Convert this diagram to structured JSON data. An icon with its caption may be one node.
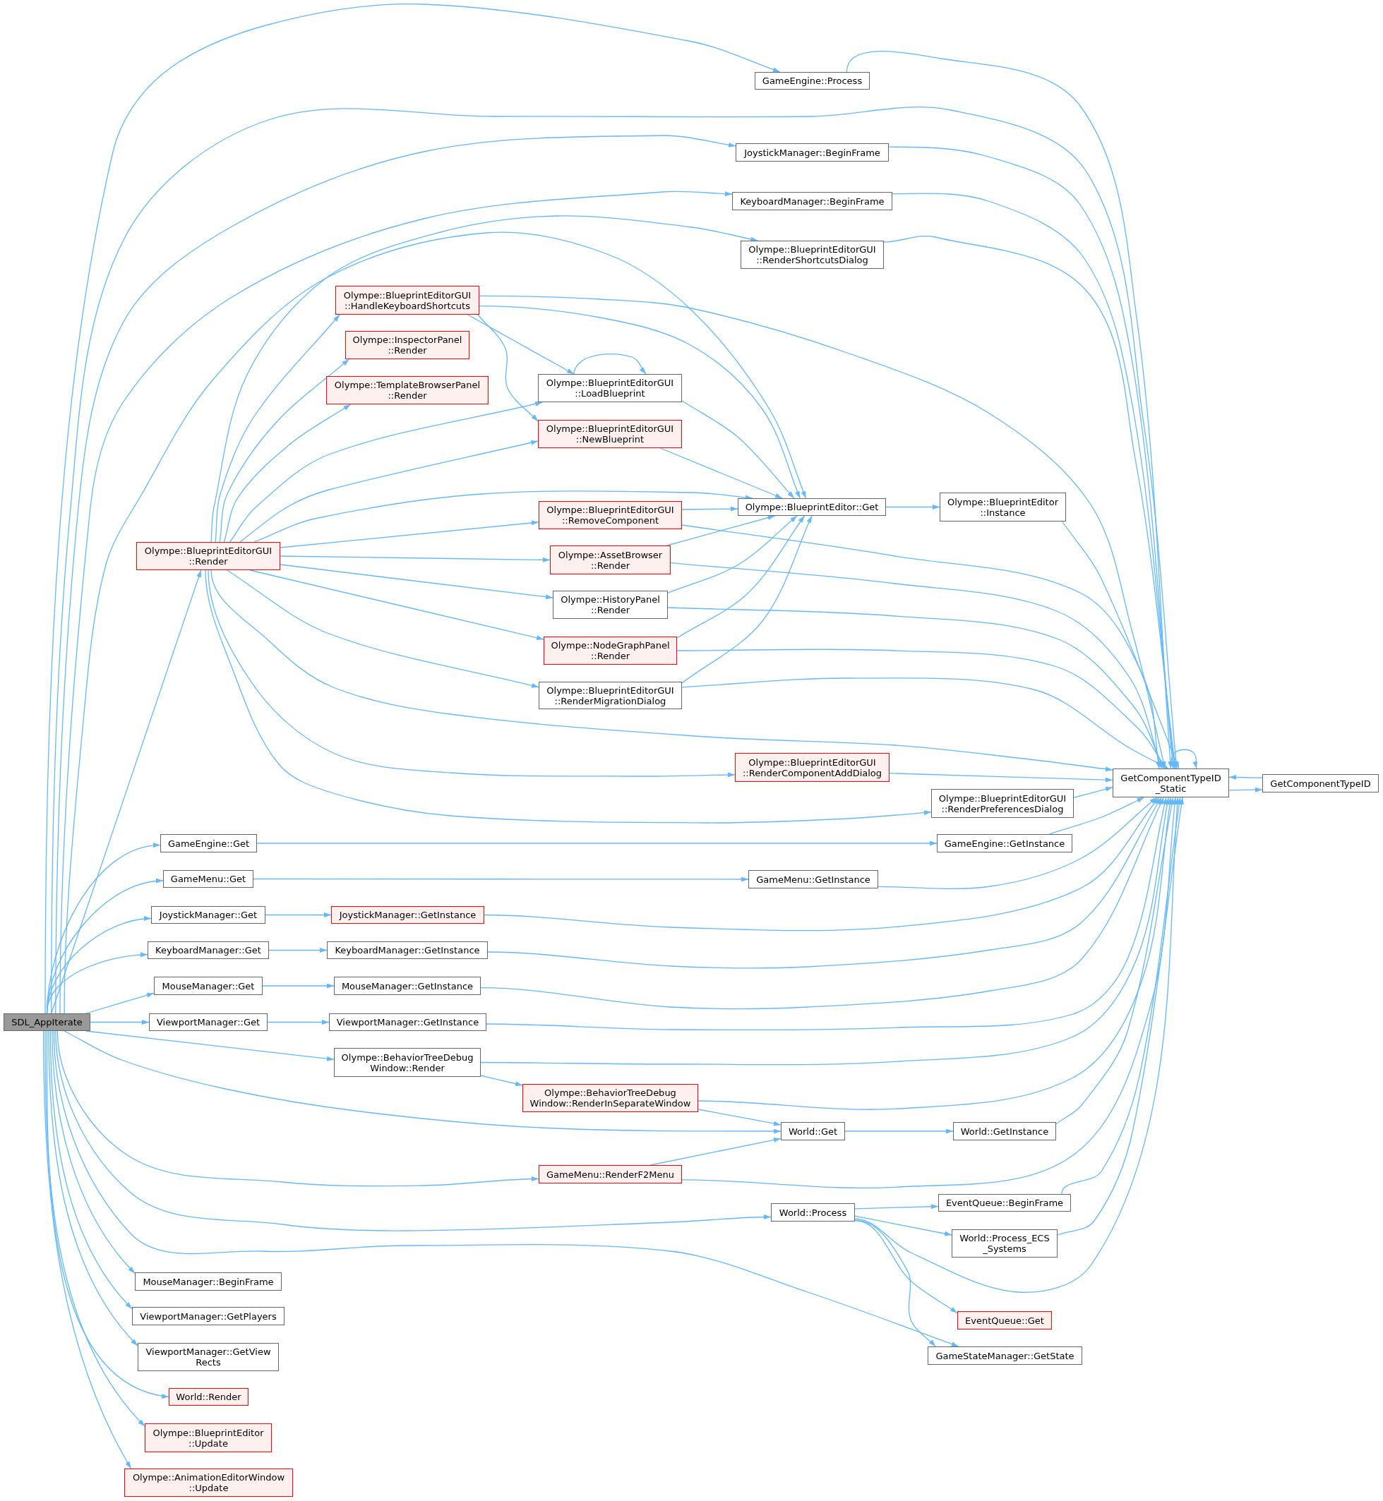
{
  "diagram": {
    "nodes": [
      {
        "text": [
          "SDL_AppIterate"
        ]
      },
      {
        "text": [
          "GameEngine::Process"
        ]
      },
      {
        "text": [
          "JoystickManager::BeginFrame"
        ]
      },
      {
        "text": [
          "KeyboardManager::BeginFrame"
        ]
      },
      {
        "text": [
          "Olympe::BlueprintEditorGUI ::RenderShortcutsDialog"
        ]
      },
      {
        "text": [
          "Olympe::BlueprintEditorGUI ::HandleKeyboardShortcuts"
        ]
      },
      {
        "text": [
          "Olympe::InspectorPanel ::Render"
        ]
      },
      {
        "text": [
          "Olympe::TemplateBrowserPanel ::Render"
        ]
      },
      {
        "text": [
          "Olympe::BlueprintEditorGUI ::LoadBlueprint"
        ]
      },
      {
        "text": [
          "Olympe::BlueprintEditorGUI ::NewBlueprint"
        ]
      },
      {
        "text": [
          "Olympe::BlueprintEditorGUI ::Render"
        ]
      },
      {
        "text": [
          "Olympe::BlueprintEditor::Get"
        ]
      },
      {
        "text": [
          "Olympe::BlueprintEditor ::Instance"
        ]
      },
      {
        "text": [
          "Olympe::BlueprintEditorGUI ::RemoveComponent"
        ]
      },
      {
        "text": [
          "Olympe::AssetBrowser ::Render"
        ]
      },
      {
        "text": [
          "Olympe::HistoryPanel ::Render"
        ]
      },
      {
        "text": [
          "Olympe::NodeGraphPanel ::Render"
        ]
      },
      {
        "text": [
          "Olympe::BlueprintEditorGUI ::RenderMigrationDialog"
        ]
      },
      {
        "text": [
          "Olympe::BlueprintEditorGUI ::RenderComponentAddDialog"
        ]
      },
      {
        "text": [
          "Olympe::BlueprintEditorGUI ::RenderPreferencesDialog"
        ]
      },
      {
        "text": [
          "GetComponentTypeID _Static"
        ]
      },
      {
        "text": [
          "GetComponentTypeID"
        ]
      },
      {
        "text": [
          "GameEngine::Get"
        ]
      },
      {
        "text": [
          "GameEngine::GetInstance"
        ]
      },
      {
        "text": [
          "GameMenu::Get"
        ]
      },
      {
        "text": [
          "GameMenu::GetInstance"
        ]
      },
      {
        "text": [
          "JoystickManager::Get"
        ]
      },
      {
        "text": [
          "JoystickManager::GetInstance"
        ]
      },
      {
        "text": [
          "KeyboardManager::Get"
        ]
      },
      {
        "text": [
          "KeyboardManager::GetInstance"
        ]
      },
      {
        "text": [
          "MouseManager::Get"
        ]
      },
      {
        "text": [
          "MouseManager::GetInstance"
        ]
      },
      {
        "text": [
          "ViewportManager::Get"
        ]
      },
      {
        "text": [
          "ViewportManager::GetInstance"
        ]
      },
      {
        "text": [
          "Olympe::BehaviorTreeDebug Window::Render"
        ]
      },
      {
        "text": [
          "Olympe::BehaviorTreeDebug Window::RenderInSeparateWindow"
        ]
      },
      {
        "text": [
          "World::Get"
        ]
      },
      {
        "text": [
          "World::GetInstance"
        ]
      },
      {
        "text": [
          "GameMenu::RenderF2Menu"
        ]
      },
      {
        "text": [
          "World::Process"
        ]
      },
      {
        "text": [
          "EventQueue::BeginFrame"
        ]
      },
      {
        "text": [
          "World::Process_ECS _Systems"
        ]
      },
      {
        "text": [
          "EventQueue::Get"
        ]
      },
      {
        "text": [
          "GameStateManager::GetState"
        ]
      },
      {
        "text": [
          "MouseManager::BeginFrame"
        ]
      },
      {
        "text": [
          "ViewportManager::GetPlayers"
        ]
      },
      {
        "text": [
          "ViewportManager::GetView Rects"
        ]
      },
      {
        "text": [
          "World::Render"
        ]
      },
      {
        "text": [
          "Olympe::BlueprintEditor ::Update"
        ]
      },
      {
        "text": [
          "Olympe::AnimationEditorWindow ::Update"
        ]
      }
    ],
    "edges": [
      {
        "from": 0,
        "to": 1,
        "arrow": "to"
      },
      {
        "from": 0,
        "to": 20,
        "arrow": "to"
      },
      {
        "from": 0,
        "to": 2,
        "arrow": "to"
      },
      {
        "from": 0,
        "to": 3,
        "arrow": "to"
      },
      {
        "from": 0,
        "to": 11,
        "arrow": "to"
      },
      {
        "from": 0,
        "to": 10,
        "arrow": "to"
      },
      {
        "from": 0,
        "to": 22,
        "arrow": "to"
      },
      {
        "from": 0,
        "to": 24,
        "arrow": "to"
      },
      {
        "from": 0,
        "to": 26,
        "arrow": "to"
      },
      {
        "from": 0,
        "to": 28,
        "arrow": "to"
      },
      {
        "from": 0,
        "to": 30,
        "arrow": "to"
      },
      {
        "from": 0,
        "to": 32,
        "arrow": "to"
      },
      {
        "from": 0,
        "to": 34,
        "arrow": "to"
      },
      {
        "from": 0,
        "to": 36,
        "arrow": "to"
      },
      {
        "from": 0,
        "to": 38,
        "arrow": "to"
      },
      {
        "from": 0,
        "to": 39,
        "arrow": "to"
      },
      {
        "from": 0,
        "to": 43,
        "arrow": "to"
      },
      {
        "from": 0,
        "to": 44,
        "arrow": "to"
      },
      {
        "from": 0,
        "to": 45,
        "arrow": "to"
      },
      {
        "from": 0,
        "to": 46,
        "arrow": "to"
      },
      {
        "from": 0,
        "to": 47,
        "arrow": "to"
      },
      {
        "from": 0,
        "to": 48,
        "arrow": "to"
      },
      {
        "from": 0,
        "to": 49,
        "arrow": "to"
      },
      {
        "from": 1,
        "to": 20,
        "arrow": "to"
      },
      {
        "from": 2,
        "to": 20,
        "arrow": "to"
      },
      {
        "from": 3,
        "to": 20,
        "arrow": "to"
      },
      {
        "from": 4,
        "to": 20,
        "arrow": "to"
      },
      {
        "from": 10,
        "to": 4,
        "arrow": "to"
      },
      {
        "from": 10,
        "to": 11,
        "arrow": "to"
      },
      {
        "from": 10,
        "to": 5,
        "arrow": "to"
      },
      {
        "from": 10,
        "to": 6,
        "arrow": "to"
      },
      {
        "from": 10,
        "to": 7,
        "arrow": "to"
      },
      {
        "from": 10,
        "to": 8,
        "arrow": "to"
      },
      {
        "from": 10,
        "to": 9,
        "arrow": "to"
      },
      {
        "from": 10,
        "to": 13,
        "arrow": "to"
      },
      {
        "from": 10,
        "to": 14,
        "arrow": "to"
      },
      {
        "from": 10,
        "to": 15,
        "arrow": "to"
      },
      {
        "from": 10,
        "to": 16,
        "arrow": "to"
      },
      {
        "from": 10,
        "to": 17,
        "arrow": "to"
      },
      {
        "from": 10,
        "to": 20,
        "arrow": "to"
      },
      {
        "from": 10,
        "to": 18,
        "arrow": "to"
      },
      {
        "from": 10,
        "to": 19,
        "arrow": "to"
      },
      {
        "from": 5,
        "to": 20,
        "arrow": "to"
      },
      {
        "from": 5,
        "to": 11,
        "arrow": "to"
      },
      {
        "from": 5,
        "to": 8,
        "arrow": "to"
      },
      {
        "from": 5,
        "to": 9,
        "arrow": "to"
      },
      {
        "from": 8,
        "to": 8,
        "arrow": "to"
      },
      {
        "from": 8,
        "to": 11,
        "arrow": "to"
      },
      {
        "from": 9,
        "to": 11,
        "arrow": "to"
      },
      {
        "from": 11,
        "to": 12,
        "arrow": "to"
      },
      {
        "from": 12,
        "to": 20,
        "arrow": "to"
      },
      {
        "from": 13,
        "to": 11,
        "arrow": "to"
      },
      {
        "from": 13,
        "to": 20,
        "arrow": "to"
      },
      {
        "from": 14,
        "to": 11,
        "arrow": "to"
      },
      {
        "from": 14,
        "to": 20,
        "arrow": "to"
      },
      {
        "from": 15,
        "to": 11,
        "arrow": "to"
      },
      {
        "from": 15,
        "to": 20,
        "arrow": "to"
      },
      {
        "from": 16,
        "to": 11,
        "arrow": "to"
      },
      {
        "from": 16,
        "to": 20,
        "arrow": "to"
      },
      {
        "from": 17,
        "to": 11,
        "arrow": "to"
      },
      {
        "from": 17,
        "to": 20,
        "arrow": "to"
      },
      {
        "from": 18,
        "to": 20,
        "arrow": "to"
      },
      {
        "from": 19,
        "to": 20,
        "arrow": "to"
      },
      {
        "from": 20,
        "to": 20,
        "arrow": "to"
      },
      {
        "from": 21,
        "to": 20,
        "arrow": "to"
      },
      {
        "from": 20,
        "to": 21,
        "arrow": "to"
      },
      {
        "from": 22,
        "to": 23,
        "arrow": "to"
      },
      {
        "from": 23,
        "to": 20,
        "arrow": "to"
      },
      {
        "from": 24,
        "to": 25,
        "arrow": "to"
      },
      {
        "from": 25,
        "to": 20,
        "arrow": "to"
      },
      {
        "from": 26,
        "to": 27,
        "arrow": "to"
      },
      {
        "from": 27,
        "to": 20,
        "arrow": "to"
      },
      {
        "from": 28,
        "to": 29,
        "arrow": "to"
      },
      {
        "from": 29,
        "to": 20,
        "arrow": "to"
      },
      {
        "from": 30,
        "to": 31,
        "arrow": "to"
      },
      {
        "from": 31,
        "to": 20,
        "arrow": "to"
      },
      {
        "from": 32,
        "to": 33,
        "arrow": "to"
      },
      {
        "from": 33,
        "to": 20,
        "arrow": "to"
      },
      {
        "from": 34,
        "to": 20,
        "arrow": "to"
      },
      {
        "from": 34,
        "to": 35,
        "arrow": "to"
      },
      {
        "from": 35,
        "to": 20,
        "arrow": "to"
      },
      {
        "from": 35,
        "to": 36,
        "arrow": "to"
      },
      {
        "from": 36,
        "to": 37,
        "arrow": "to"
      },
      {
        "from": 37,
        "to": 20,
        "arrow": "to"
      },
      {
        "from": 38,
        "to": 36,
        "arrow": "to"
      },
      {
        "from": 38,
        "to": 20,
        "arrow": "to"
      },
      {
        "from": 39,
        "to": 40,
        "arrow": "to"
      },
      {
        "from": 39,
        "to": 41,
        "arrow": "to"
      },
      {
        "from": 39,
        "to": 20,
        "arrow": "to"
      },
      {
        "from": 39,
        "to": 42,
        "arrow": "to"
      },
      {
        "from": 39,
        "to": 43,
        "arrow": "to"
      },
      {
        "from": 40,
        "to": 20,
        "arrow": "to"
      },
      {
        "from": 41,
        "to": 20,
        "arrow": "to"
      }
    ]
  }
}
